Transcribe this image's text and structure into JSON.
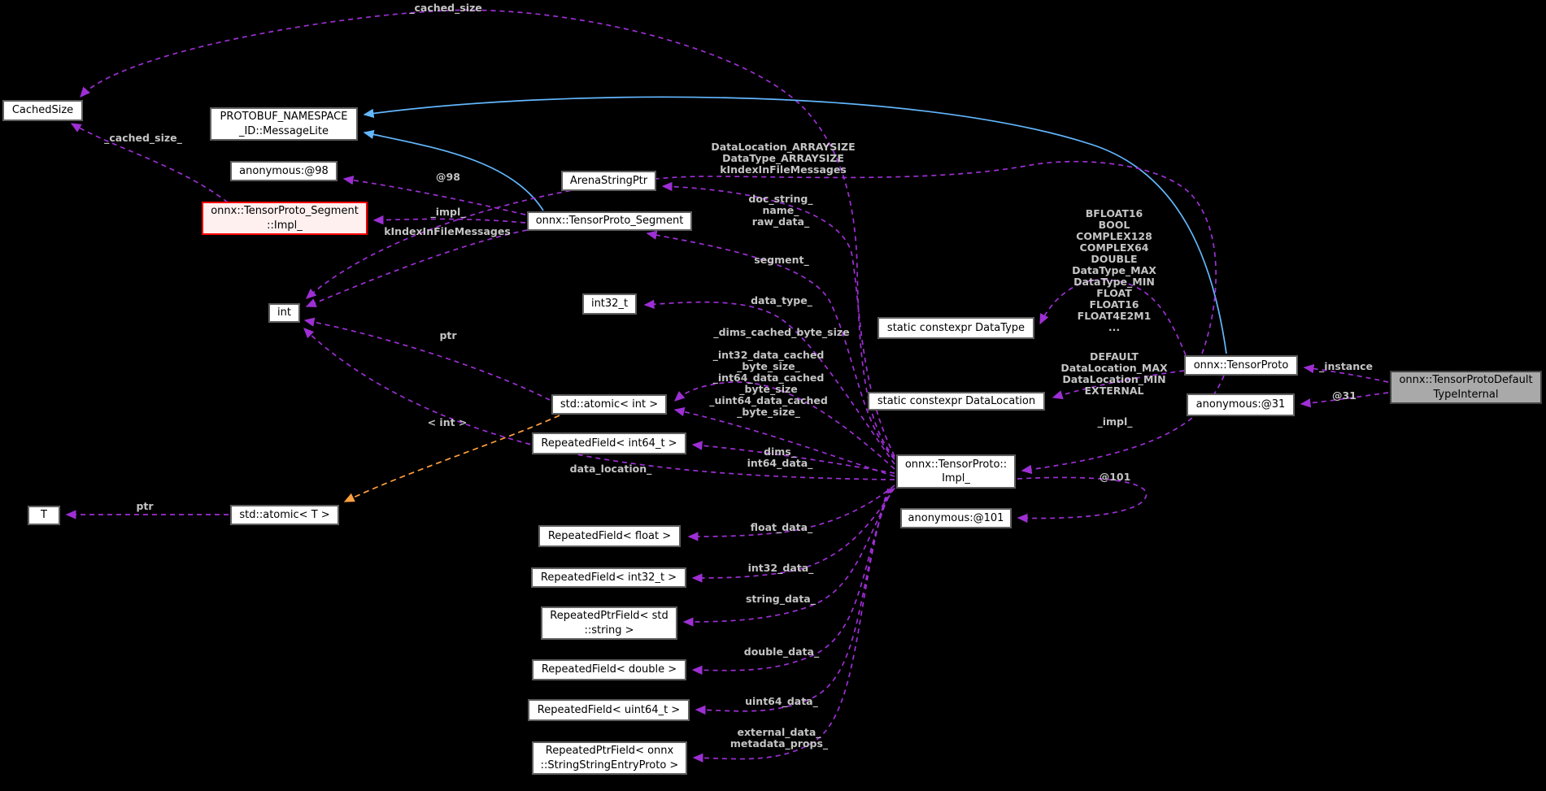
{
  "diagram": {
    "title": "onnx::TensorProto collaboration graph",
    "background": "#000000",
    "colors": {
      "purple_edge": "#9d2fd4",
      "blue_edge": "#63b8ff",
      "orange_edge": "#ffa040",
      "label_text": "#c4c4c4",
      "node_bg": "#ffffff",
      "node_border": "#5f5f5f",
      "red_node_border": "#ff0000",
      "red_node_bg": "#fff0f0",
      "gray_node_bg": "#a9a9a9"
    },
    "nodes": [
      {
        "id": "cachedsize",
        "label": "CachedSize",
        "kind": "default"
      },
      {
        "id": "messagelite",
        "label": "PROTOBUF_NAMESPACE\n_ID::MessageLite",
        "kind": "default"
      },
      {
        "id": "anon98",
        "label": "anonymous:@98",
        "kind": "default"
      },
      {
        "id": "segimpl",
        "label": "onnx::TensorProto_Segment\n::Impl_",
        "kind": "red"
      },
      {
        "id": "arenastringptr",
        "label": "ArenaStringPtr",
        "kind": "default"
      },
      {
        "id": "segment",
        "label": "onnx::TensorProto_Segment",
        "kind": "default"
      },
      {
        "id": "int",
        "label": "int",
        "kind": "default"
      },
      {
        "id": "int32t",
        "label": "int32_t",
        "kind": "default"
      },
      {
        "id": "atomicint",
        "label": "std::atomic< int >",
        "kind": "default"
      },
      {
        "id": "rfint64",
        "label": "RepeatedField< int64_t >",
        "kind": "default"
      },
      {
        "id": "t",
        "label": "T",
        "kind": "default"
      },
      {
        "id": "atomict",
        "label": "std::atomic< T >",
        "kind": "default"
      },
      {
        "id": "datatype",
        "label": "static constexpr DataType",
        "kind": "default"
      },
      {
        "id": "datalocation",
        "label": "static constexpr DataLocation",
        "kind": "default"
      },
      {
        "id": "tensorproto",
        "label": "onnx::TensorProto",
        "kind": "default"
      },
      {
        "id": "defaulttype",
        "label": "onnx::TensorProtoDefault\nTypeInternal",
        "kind": "gray"
      },
      {
        "id": "anon31",
        "label": "anonymous:@31",
        "kind": "default"
      },
      {
        "id": "tpimpl",
        "label": "onnx::TensorProto::\nImpl_",
        "kind": "default"
      },
      {
        "id": "anon101",
        "label": "anonymous:@101",
        "kind": "default"
      },
      {
        "id": "rffloat",
        "label": "RepeatedField< float >",
        "kind": "default"
      },
      {
        "id": "rfint32",
        "label": "RepeatedField< int32_t >",
        "kind": "default"
      },
      {
        "id": "rpfstring",
        "label": "RepeatedPtrField< std\n::string >",
        "kind": "default"
      },
      {
        "id": "rfdouble",
        "label": "RepeatedField< double >",
        "kind": "default"
      },
      {
        "id": "rfuint64",
        "label": "RepeatedField< uint64_t >",
        "kind": "default"
      },
      {
        "id": "rpfsse",
        "label": "RepeatedPtrField< onnx\n::StringStringEntryProto >",
        "kind": "default"
      }
    ],
    "edge_labels": [
      {
        "id": "cached_size_top",
        "text": "_cached_size"
      },
      {
        "id": "cached_size2",
        "text": "_cached_size_"
      },
      {
        "id": "at98",
        "text": "@98"
      },
      {
        "id": "impl_seg",
        "text": "_impl_"
      },
      {
        "id": "kindex",
        "text": "kIndexInFileMessages"
      },
      {
        "id": "arraysize",
        "text": "DataLocation_ARRAYSIZE\nDataType_ARRAYSIZE\nkIndexInFileMessages"
      },
      {
        "id": "docstring",
        "text": "doc_string_\nname_\nraw_data_"
      },
      {
        "id": "segment_m",
        "text": "segment_"
      },
      {
        "id": "datatype_m",
        "text": "data_type_"
      },
      {
        "id": "dims_cached",
        "text": "_dims_cached_byte_size"
      },
      {
        "id": "bytesizes",
        "text": "_int32_data_cached\n_byte_size_\n_int64_data_cached\n_byte_size\n_uint64_data_cached\n_byte_size_"
      },
      {
        "id": "ptr_int",
        "text": "ptr"
      },
      {
        "id": "int_tmpl",
        "text": "< int >"
      },
      {
        "id": "ptr_t",
        "text": "ptr"
      },
      {
        "id": "data_location",
        "text": "data_location_"
      },
      {
        "id": "dims",
        "text": "dims_\nint64_data_"
      },
      {
        "id": "float_d",
        "text": "float_data_"
      },
      {
        "id": "int32_d",
        "text": "int32_data_"
      },
      {
        "id": "string_d",
        "text": "string_data_"
      },
      {
        "id": "double_d",
        "text": "double_data_"
      },
      {
        "id": "uint64_d",
        "text": "uint64_data_"
      },
      {
        "id": "external_d",
        "text": "external_data_\nmetadata_props_"
      },
      {
        "id": "enumdt",
        "text": "BFLOAT16\nBOOL\nCOMPLEX128\nCOMPLEX64\nDOUBLE\nDataType_MAX\nDataType_MIN\nFLOAT\nFLOAT16\nFLOAT4E2M1\n..."
      },
      {
        "id": "enumdl",
        "text": "DEFAULT\nDataLocation_MAX\nDataLocation_MIN\nEXTERNAL"
      },
      {
        "id": "impl_tp",
        "text": "_impl_"
      },
      {
        "id": "at101",
        "text": "@101"
      },
      {
        "id": "instance",
        "text": "_instance"
      },
      {
        "id": "at31",
        "text": "@31"
      }
    ],
    "edges": [
      {
        "id": "cached_size_top",
        "from": "tpimpl",
        "to": "cachedsize",
        "label": "cached_size_top",
        "color": "purple",
        "style": "dashed"
      },
      {
        "id": "cached_size2",
        "from": "segimpl",
        "to": "cachedsize",
        "label": "cached_size2",
        "color": "purple",
        "style": "dashed"
      },
      {
        "id": "blue_seg",
        "from": "segment",
        "to": "messagelite",
        "label": null,
        "color": "blue",
        "style": "solid"
      },
      {
        "id": "blue_tp",
        "from": "tensorproto",
        "to": "messagelite",
        "label": null,
        "color": "blue",
        "style": "solid"
      },
      {
        "id": "at98",
        "from": "segment",
        "to": "anon98",
        "label": "at98",
        "color": "purple",
        "style": "dashed"
      },
      {
        "id": "impl_seg",
        "from": "segment",
        "to": "segimpl",
        "label": "impl_seg",
        "color": "purple",
        "style": "dashed"
      },
      {
        "id": "kindex",
        "from": "segment",
        "to": "int",
        "label": "kindex",
        "color": "purple",
        "style": "dashed"
      },
      {
        "id": "arraysize",
        "from": "tensorproto",
        "to": "int",
        "label": "arraysize",
        "color": "purple",
        "style": "dashed"
      },
      {
        "id": "docstring",
        "from": "tpimpl",
        "to": "arenastringptr",
        "label": "docstring",
        "color": "purple",
        "style": "dashed"
      },
      {
        "id": "segment_m",
        "from": "tpimpl",
        "to": "segment",
        "label": "segment_m",
        "color": "purple",
        "style": "dashed"
      },
      {
        "id": "datatype_m",
        "from": "tpimpl",
        "to": "int32t",
        "label": "datatype_m",
        "color": "purple",
        "style": "dashed"
      },
      {
        "id": "dims_cached",
        "from": "tpimpl",
        "to": "atomicint",
        "label": "dims_cached",
        "color": "purple",
        "style": "dashed"
      },
      {
        "id": "bytesizes",
        "from": "tpimpl",
        "to": "atomicint",
        "label": "bytesizes",
        "color": "purple",
        "style": "dashed"
      },
      {
        "id": "dims",
        "from": "tpimpl",
        "to": "rfint64",
        "label": "dims",
        "color": "purple",
        "style": "dashed"
      },
      {
        "id": "data_location",
        "from": "tpimpl",
        "to": "int",
        "label": "data_location",
        "color": "purple",
        "style": "dashed"
      },
      {
        "id": "float_d",
        "from": "tpimpl",
        "to": "rffloat",
        "label": "float_d",
        "color": "purple",
        "style": "dashed"
      },
      {
        "id": "int32_d",
        "from": "tpimpl",
        "to": "rfint32",
        "label": "int32_d",
        "color": "purple",
        "style": "dashed"
      },
      {
        "id": "string_d",
        "from": "tpimpl",
        "to": "rpfstring",
        "label": "string_d",
        "color": "purple",
        "style": "dashed"
      },
      {
        "id": "double_d",
        "from": "tpimpl",
        "to": "rfdouble",
        "label": "double_d",
        "color": "purple",
        "style": "dashed"
      },
      {
        "id": "uint64_d",
        "from": "tpimpl",
        "to": "rfuint64",
        "label": "uint64_d",
        "color": "purple",
        "style": "dashed"
      },
      {
        "id": "external_d",
        "from": "tpimpl",
        "to": "rpfsse",
        "label": "external_d",
        "color": "purple",
        "style": "dashed"
      },
      {
        "id": "enumdt",
        "from": "tensorproto",
        "to": "datatype",
        "label": "enumdt",
        "color": "purple",
        "style": "dashed"
      },
      {
        "id": "enumdl",
        "from": "tensorproto",
        "to": "datalocation",
        "label": "enumdl",
        "color": "purple",
        "style": "dashed"
      },
      {
        "id": "impl_tp",
        "from": "tensorproto",
        "to": "tpimpl",
        "label": "impl_tp",
        "color": "purple",
        "style": "dashed"
      },
      {
        "id": "at101",
        "from": "tpimpl",
        "to": "anon101",
        "label": "at101",
        "color": "purple",
        "style": "dashed"
      },
      {
        "id": "instance",
        "from": "defaulttype",
        "to": "tensorproto",
        "label": "instance",
        "color": "purple",
        "style": "dashed"
      },
      {
        "id": "at31",
        "from": "defaulttype",
        "to": "anon31",
        "label": "at31",
        "color": "purple",
        "style": "dashed"
      },
      {
        "id": "int_tmpl",
        "from": "atomicint",
        "to": "atomict",
        "label": "int_tmpl",
        "color": "orange",
        "style": "dashed"
      },
      {
        "id": "ptr_t",
        "from": "atomict",
        "to": "t",
        "label": "ptr_t",
        "color": "purple",
        "style": "dashed"
      },
      {
        "id": "ptr_int",
        "from": "atomicint",
        "to": "int",
        "label": "ptr_int",
        "color": "purple",
        "style": "dashed"
      }
    ]
  }
}
